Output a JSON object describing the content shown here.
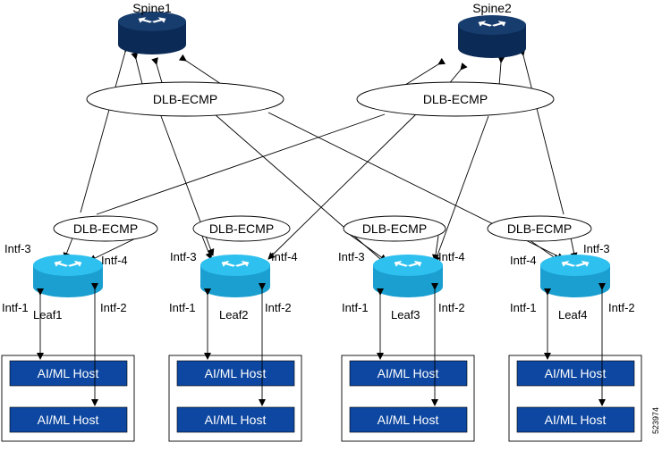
{
  "spines": [
    {
      "name": "Spine1",
      "color": "#0b2a55"
    },
    {
      "name": "Spine2",
      "color": "#0b2a55"
    }
  ],
  "top_ellipses": [
    "DLB-ECMP",
    "DLB-ECMP"
  ],
  "leafs": [
    {
      "name": "Leaf1",
      "ecmp": "DLB-ECMP",
      "uplinks": [
        "Intf-3",
        "Intf-4"
      ],
      "downlinks": [
        "Intf-1",
        "Intf-2"
      ],
      "hosts": [
        "AI/ML Host",
        "AI/ML Host"
      ]
    },
    {
      "name": "Leaf2",
      "ecmp": "DLB-ECMP",
      "uplinks": [
        "Intf-3",
        "Intf-4"
      ],
      "downlinks": [
        "Intf-1",
        "Intf-2"
      ],
      "hosts": [
        "AI/ML Host",
        "AI/ML Host"
      ]
    },
    {
      "name": "Leaf3",
      "ecmp": "DLB-ECMP",
      "uplinks": [
        "Intf-3",
        "Intf-4"
      ],
      "downlinks": [
        "Intf-1",
        "Intf-2"
      ],
      "hosts": [
        "AI/ML Host",
        "AI/ML Host"
      ]
    },
    {
      "name": "Leaf4",
      "ecmp": "DLB-ECMP",
      "uplinks": [
        "Intf-4",
        "Intf-3"
      ],
      "downlinks": [
        "Intf-1",
        "Intf-2"
      ],
      "hosts": [
        "AI/ML Host",
        "AI/ML Host"
      ]
    }
  ],
  "colors": {
    "spine": "#0b2a55",
    "leaf": "#1fb7e8",
    "host": "#0d47a1"
  },
  "figure_id": "523974"
}
